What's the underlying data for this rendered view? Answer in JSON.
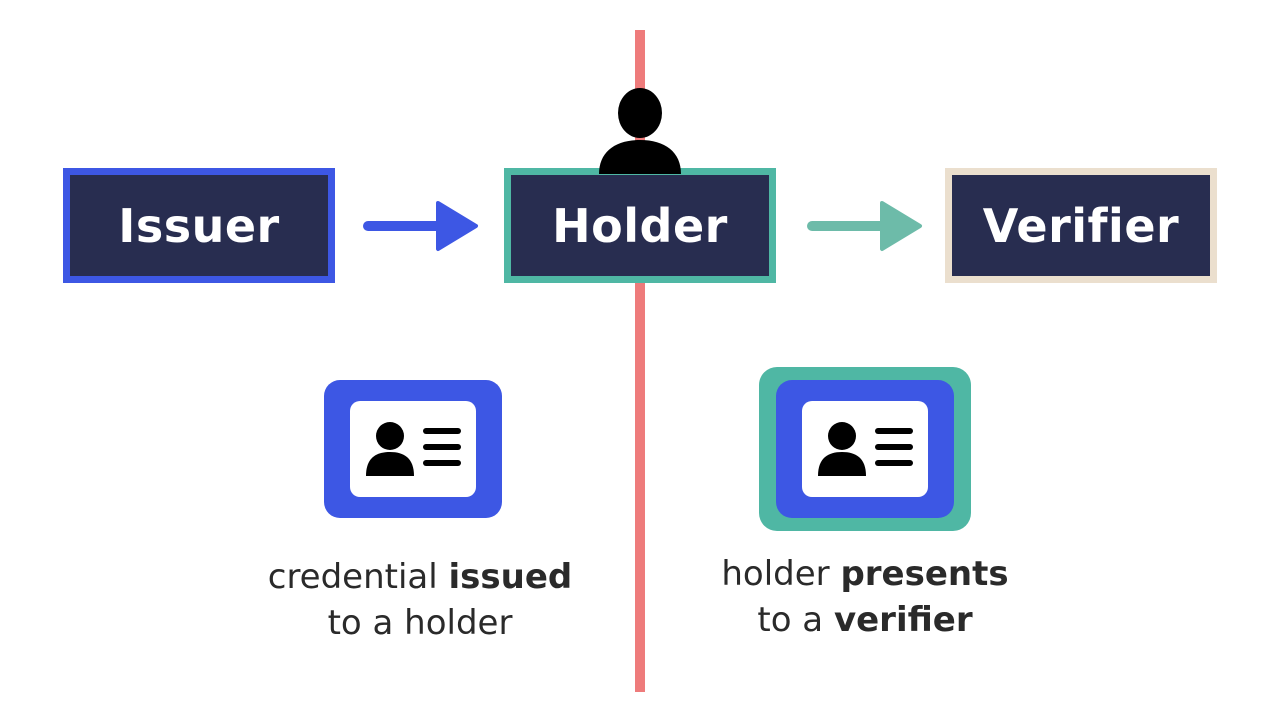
{
  "nodes": {
    "issuer": "Issuer",
    "holder": "Holder",
    "verifier": "Verifier"
  },
  "captions": {
    "left": {
      "line1_normal": "credential ",
      "line1_bold": "issued",
      "line2_normal": "to a holder"
    },
    "right": {
      "line1_normal": "holder ",
      "line1_bold": "presents",
      "line2_normal": "to a ",
      "line2_bold": "verifier"
    }
  },
  "colors": {
    "node_fill": "#282d50",
    "issuer_border": "#3d57e4",
    "holder_border": "#4fb7a4",
    "verifier_border": "#ebdfce",
    "divider": "#ee7b7b",
    "arrow_issue": "#3d57e4",
    "arrow_present": "#6dbba9",
    "card_blue": "#3d57e4",
    "card_teal_frame": "#4fb7a4"
  },
  "icons": {
    "holder_person": "person-icon",
    "issued_credential": "id-card-icon",
    "presented_credential": "id-card-icon"
  }
}
